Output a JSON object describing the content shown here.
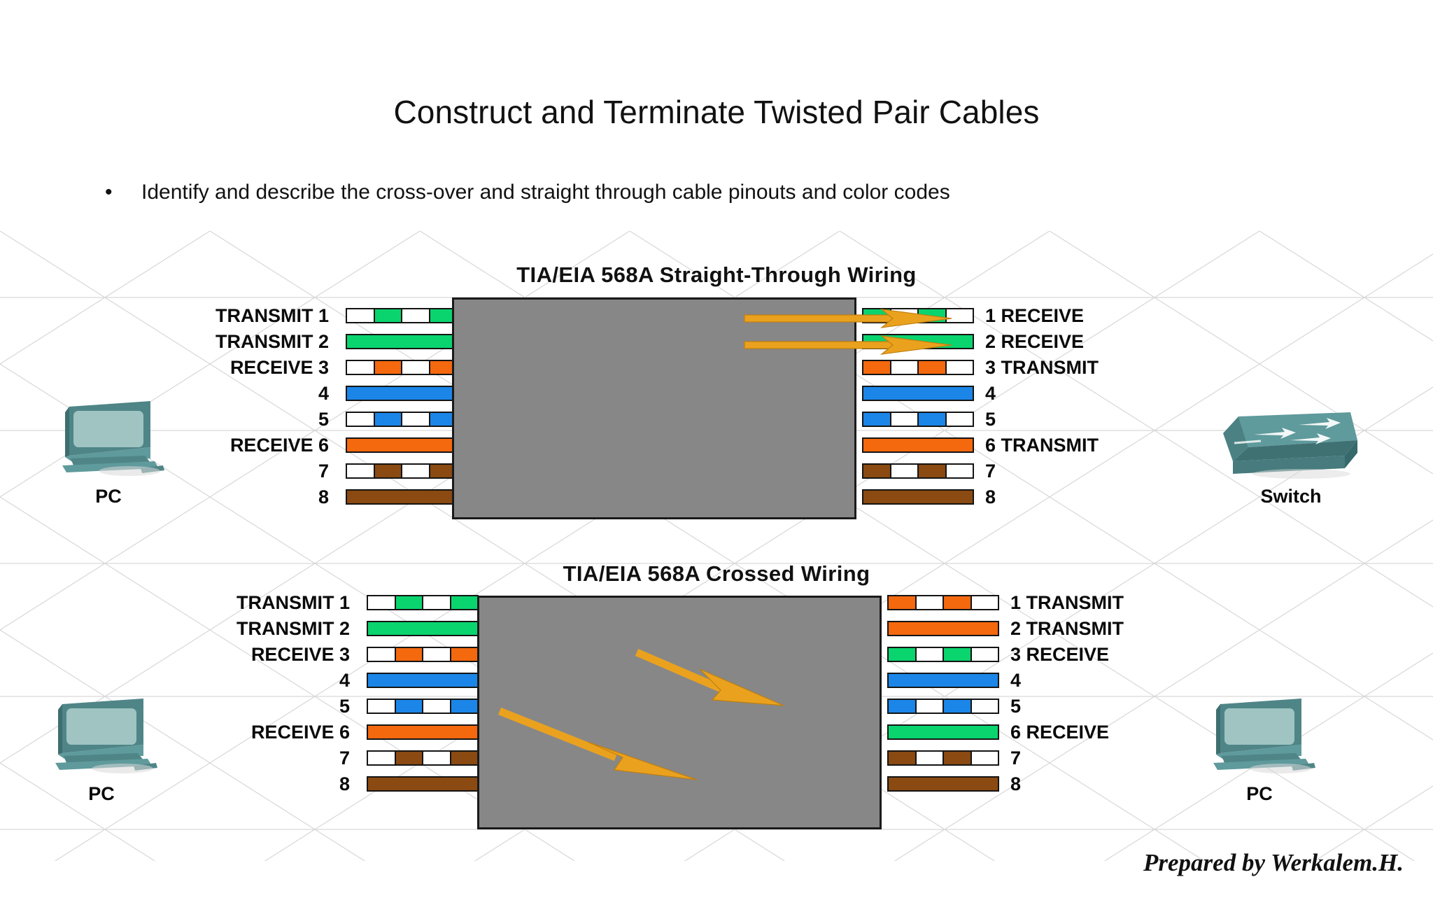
{
  "slide": {
    "title": "Construct and Terminate Twisted Pair Cables",
    "bullet_marker": "•",
    "bullet_text": "Identify and describe the cross-over and straight through cable pinouts and color codes",
    "footer": "Prepared by Werkalem.H."
  },
  "colors": {
    "green": "#0ad46e",
    "orange": "#f4680e",
    "blue": "#1b86e8",
    "brown": "#8a4a12",
    "white": "#ffffff",
    "wire_outline": "#141414",
    "block_fill": "#878787",
    "block_stroke": "#1a1a1a",
    "arrow": "#eaa21e",
    "device_teal": "#5f9a9c",
    "text": "#0a0a0a"
  },
  "diagrams": [
    {
      "id": "straight-through",
      "title": "TIA/EIA 568A Straight-Through Wiring",
      "left_device": {
        "label": "PC",
        "icon": "pc-icon"
      },
      "right_device": {
        "label": "Switch",
        "icon": "switch-icon"
      },
      "left_pins": [
        {
          "pin": "1",
          "label": "TRANSMIT",
          "color": "green",
          "pattern": "striped",
          "phase": "white-first"
        },
        {
          "pin": "2",
          "label": "TRANSMIT",
          "color": "green",
          "pattern": "solid",
          "phase": ""
        },
        {
          "pin": "3",
          "label": "RECEIVE",
          "color": "orange",
          "pattern": "striped",
          "phase": "white-first"
        },
        {
          "pin": "4",
          "label": "",
          "color": "blue",
          "pattern": "solid",
          "phase": ""
        },
        {
          "pin": "5",
          "label": "",
          "color": "blue",
          "pattern": "striped",
          "phase": "white-first"
        },
        {
          "pin": "6",
          "label": "RECEIVE",
          "color": "orange",
          "pattern": "solid",
          "phase": ""
        },
        {
          "pin": "7",
          "label": "",
          "color": "brown",
          "pattern": "striped",
          "phase": "white-first"
        },
        {
          "pin": "8",
          "label": "",
          "color": "brown",
          "pattern": "solid",
          "phase": ""
        }
      ],
      "right_pins": [
        {
          "pin": "1",
          "label": "RECEIVE",
          "color": "green",
          "pattern": "striped",
          "phase": "color-first"
        },
        {
          "pin": "2",
          "label": "RECEIVE",
          "color": "green",
          "pattern": "solid",
          "phase": ""
        },
        {
          "pin": "3",
          "label": "TRANSMIT",
          "color": "orange",
          "pattern": "striped",
          "phase": "color-first"
        },
        {
          "pin": "4",
          "label": "",
          "color": "blue",
          "pattern": "solid",
          "phase": ""
        },
        {
          "pin": "5",
          "label": "",
          "color": "blue",
          "pattern": "striped",
          "phase": "color-first"
        },
        {
          "pin": "6",
          "label": "TRANSMIT",
          "color": "orange",
          "pattern": "solid",
          "phase": ""
        },
        {
          "pin": "7",
          "label": "",
          "color": "brown",
          "pattern": "striped",
          "phase": "color-first"
        },
        {
          "pin": "8",
          "label": "",
          "color": "brown",
          "pattern": "solid",
          "phase": ""
        }
      ],
      "arrows": [
        {
          "name": "arrow-pin1-horizontal",
          "direction": "right"
        },
        {
          "name": "arrow-pin2-horizontal",
          "direction": "right"
        }
      ]
    },
    {
      "id": "crossed",
      "title": "TIA/EIA 568A Crossed Wiring",
      "left_device": {
        "label": "PC",
        "icon": "pc-icon"
      },
      "right_device": {
        "label": "PC",
        "icon": "pc-icon"
      },
      "left_pins": [
        {
          "pin": "1",
          "label": "TRANSMIT",
          "color": "green",
          "pattern": "striped",
          "phase": "white-first"
        },
        {
          "pin": "2",
          "label": "TRANSMIT",
          "color": "green",
          "pattern": "solid",
          "phase": ""
        },
        {
          "pin": "3",
          "label": "RECEIVE",
          "color": "orange",
          "pattern": "striped",
          "phase": "white-first"
        },
        {
          "pin": "4",
          "label": "",
          "color": "blue",
          "pattern": "solid",
          "phase": ""
        },
        {
          "pin": "5",
          "label": "",
          "color": "blue",
          "pattern": "striped",
          "phase": "white-first"
        },
        {
          "pin": "6",
          "label": "RECEIVE",
          "color": "orange",
          "pattern": "solid",
          "phase": ""
        },
        {
          "pin": "7",
          "label": "",
          "color": "brown",
          "pattern": "striped",
          "phase": "white-first"
        },
        {
          "pin": "8",
          "label": "",
          "color": "brown",
          "pattern": "solid",
          "phase": ""
        }
      ],
      "right_pins": [
        {
          "pin": "1",
          "label": "TRANSMIT",
          "color": "orange",
          "pattern": "striped",
          "phase": "color-first"
        },
        {
          "pin": "2",
          "label": "TRANSMIT",
          "color": "orange",
          "pattern": "solid",
          "phase": ""
        },
        {
          "pin": "3",
          "label": "RECEIVE",
          "color": "green",
          "pattern": "striped",
          "phase": "color-first"
        },
        {
          "pin": "4",
          "label": "",
          "color": "blue",
          "pattern": "solid",
          "phase": ""
        },
        {
          "pin": "5",
          "label": "",
          "color": "blue",
          "pattern": "striped",
          "phase": "color-first"
        },
        {
          "pin": "6",
          "label": "RECEIVE",
          "color": "green",
          "pattern": "solid",
          "phase": ""
        },
        {
          "pin": "7",
          "label": "",
          "color": "brown",
          "pattern": "striped",
          "phase": "color-first"
        },
        {
          "pin": "8",
          "label": "",
          "color": "brown",
          "pattern": "solid",
          "phase": ""
        }
      ],
      "arrows": [
        {
          "name": "arrow-crossed-upper",
          "direction": "down-right"
        },
        {
          "name": "arrow-crossed-lower",
          "direction": "down-right"
        }
      ]
    }
  ]
}
